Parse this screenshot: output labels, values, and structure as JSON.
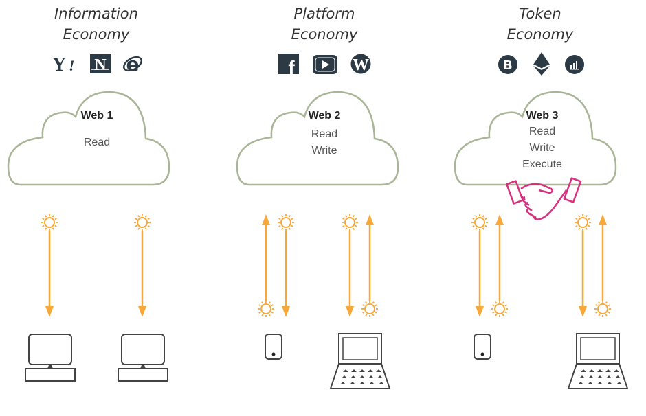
{
  "columns": [
    {
      "title_line1": "Information",
      "title_line2": "Economy",
      "logos": [
        "yahoo-logo",
        "netscape-logo",
        "internet-explorer-logo"
      ],
      "cloud_title": "Web 1",
      "capabilities": [
        "Read"
      ]
    },
    {
      "title_line1": "Platform",
      "title_line2": "Economy",
      "logos": [
        "facebook-logo",
        "youtube-logo",
        "wordpress-logo"
      ],
      "cloud_title": "Web 2",
      "capabilities": [
        "Read",
        "Write"
      ]
    },
    {
      "title_line1": "Token",
      "title_line2": "Economy",
      "logos": [
        "bitcoin-logo",
        "ethereum-logo",
        "chart-token-logo"
      ],
      "cloud_title": "Web 3",
      "capabilities": [
        "Read",
        "Write",
        "Execute"
      ]
    }
  ],
  "colors": {
    "cloud_stroke": "#a9b597",
    "arrow": "#f7a83a",
    "handshake": "#d6307f",
    "icon_dark": "#2b3a45",
    "device": "#444444"
  }
}
